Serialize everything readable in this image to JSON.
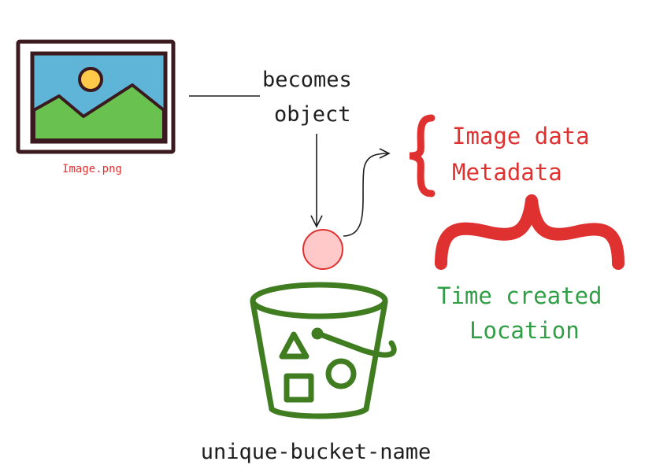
{
  "colors": {
    "ink": "#1e1e1e",
    "red": "#e03131",
    "green": "#2f9e44",
    "bucket_green": "#3f7d20",
    "sky": "#5eb5d8",
    "grass": "#69c14f",
    "sun": "#ffc94a",
    "frame": "#3a1a1f",
    "object_fill": "#ffc9c9"
  },
  "image_icon": {
    "label": "Image.png"
  },
  "connector_label": {
    "line1": "becomes",
    "line2": "object"
  },
  "object_contents": {
    "line1": "Image data",
    "line2": "Metadata"
  },
  "metadata_items": {
    "line1": "Time created",
    "line2": "Location"
  },
  "bucket": {
    "label": "unique-bucket-name"
  }
}
